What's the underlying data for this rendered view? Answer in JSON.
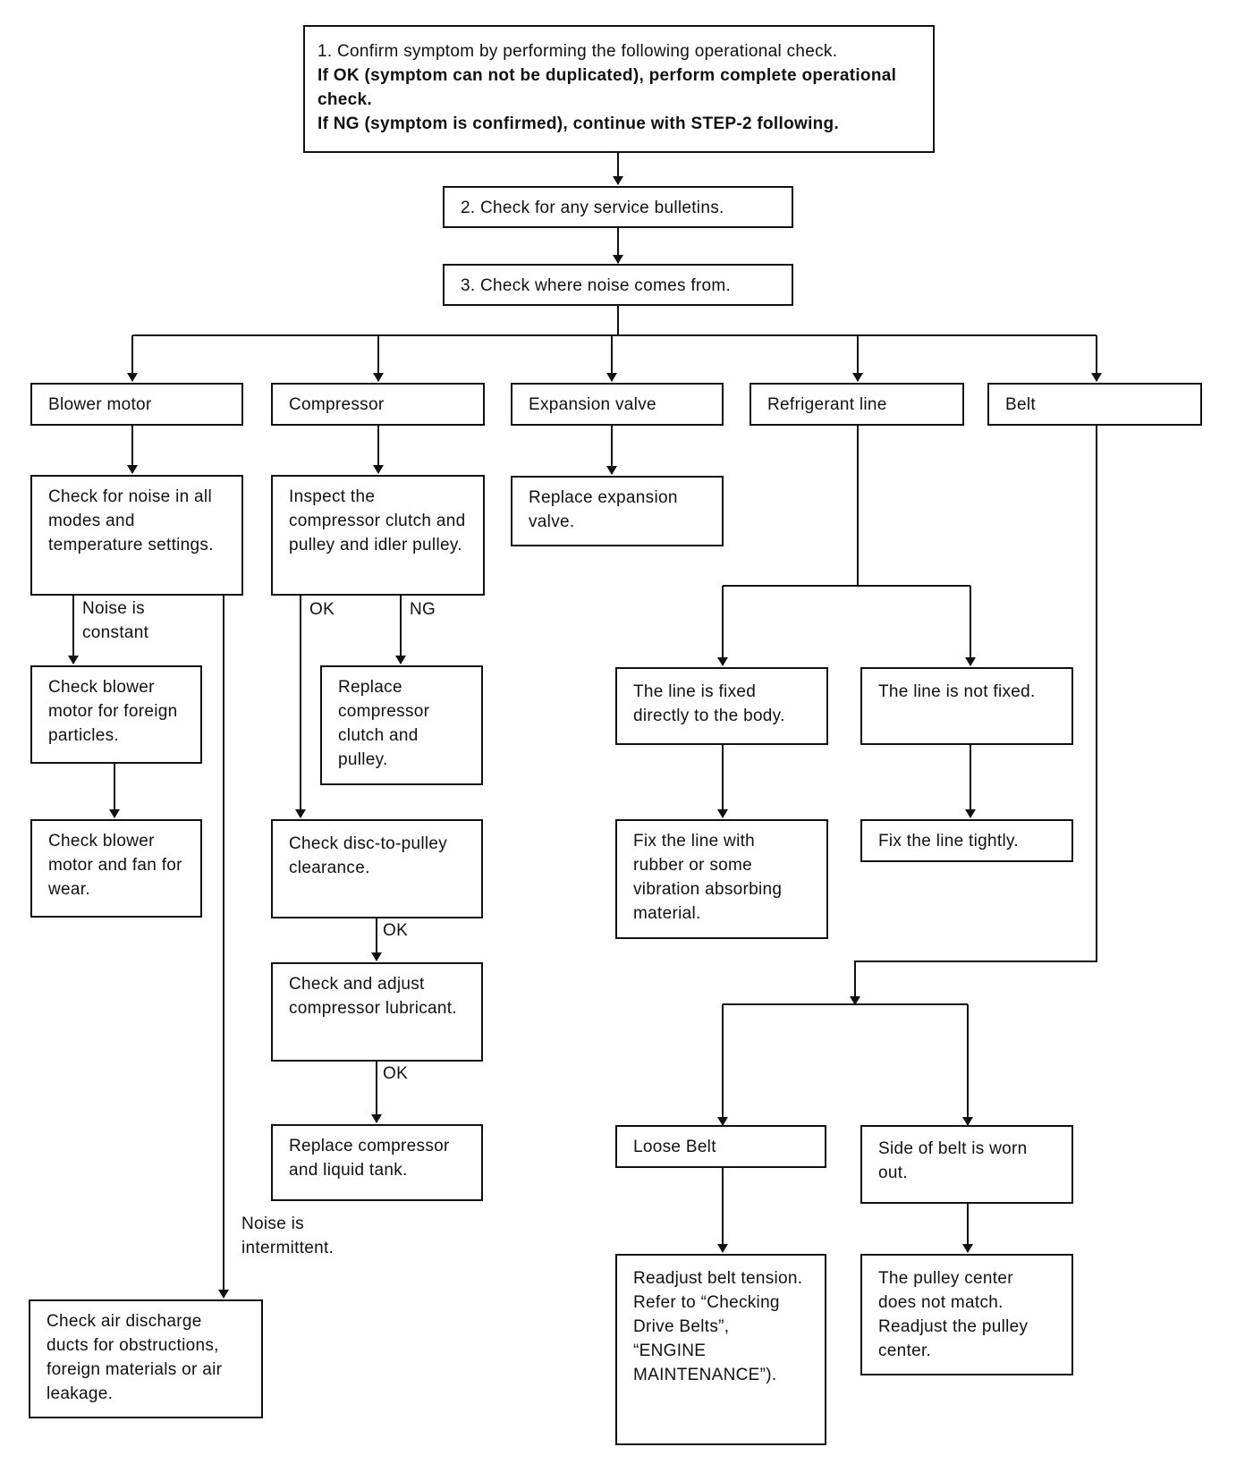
{
  "steps": {
    "s1_line1": "1. Confirm symptom by performing the following operational check.",
    "s1_line2": "If OK (symptom can not be duplicated), perform complete operational check.",
    "s1_line3": "If NG (symptom is confirmed), continue with STEP-2 following.",
    "s2": "2. Check for any service bulletins.",
    "s3": "3. Check where noise comes from."
  },
  "sources": {
    "blower": "Blower motor",
    "compressor": "Compressor",
    "expansion": "Expansion valve",
    "refrigerant": "Refrigerant line",
    "belt": "Belt"
  },
  "blower": {
    "check_noise": "Check for noise in all modes and temperature settings.",
    "constant_label": "Noise is constant",
    "foreign": "Check blower motor for foreign particles.",
    "wear": "Check blower motor and fan for wear.",
    "intermittent_label": "Noise is intermittent.",
    "air_ducts": "Check air discharge ducts for obstructions, foreign materials or air leakage."
  },
  "compressor": {
    "inspect": "Inspect the compressor clutch and pulley and idler pulley.",
    "ok1": "OK",
    "ng": "NG",
    "replace_clutch": "Replace compressor clutch and pulley.",
    "disc": "Check disc-to-pulley clearance.",
    "ok2": "OK",
    "lubricant": "Check and adjust compressor lubricant.",
    "ok3": "OK",
    "replace_comp": "Replace compressor and liquid tank."
  },
  "expansion": {
    "replace": "Replace expansion valve."
  },
  "refrigerant": {
    "fixed": "The line is fixed directly to the body.",
    "not_fixed": "The line is not fixed.",
    "fix_rubber": "Fix the line with rubber or some vibration absorbing material.",
    "fix_tight": "Fix the line tightly."
  },
  "belt": {
    "loose": "Loose Belt",
    "worn": "Side of belt is worn out.",
    "readjust": "Readjust belt tension.",
    "refer_line1": "Refer to “Checking Drive Belts”,",
    "refer_line2": "“ENGINE MAINTENANCE”).",
    "pulley": "The pulley center does not match. Readjust the pulley center."
  }
}
